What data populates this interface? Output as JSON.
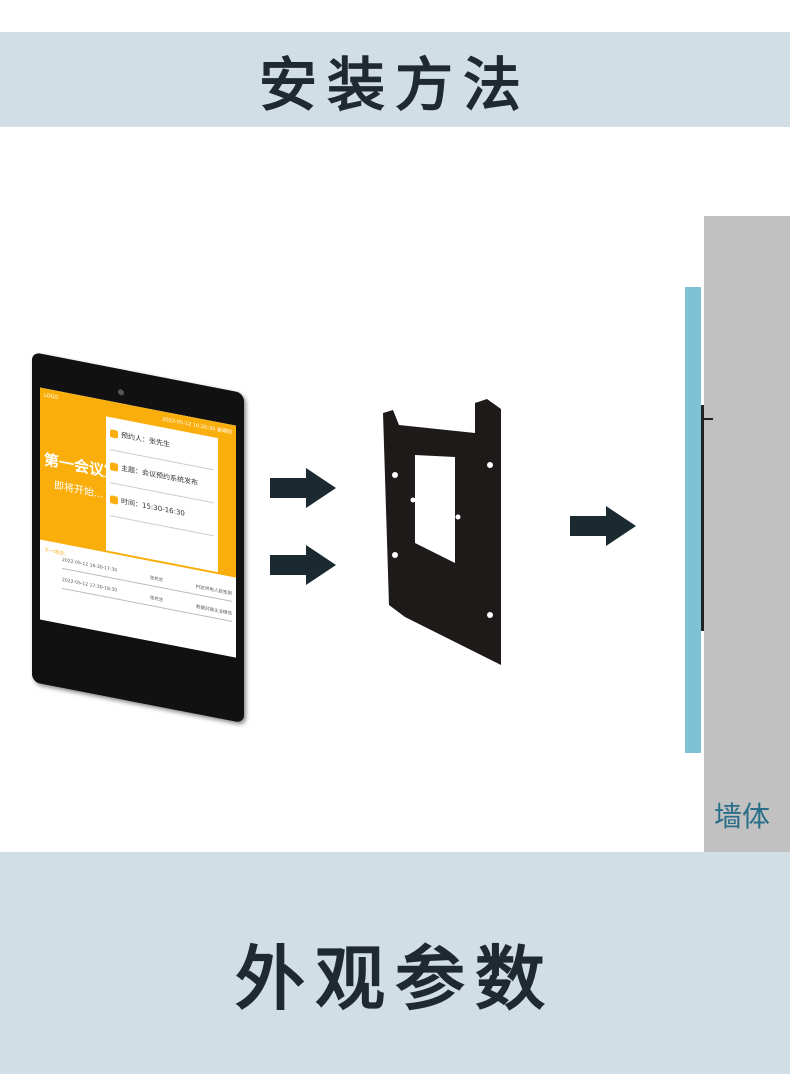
{
  "header": {
    "title": "安装方法"
  },
  "footer": {
    "title": "外观参数"
  },
  "wall": {
    "label": "墙体"
  },
  "screen": {
    "logo": "LOGO",
    "datetime": "2022-05-12  10:20:30  星期四",
    "room": "第一会议室",
    "status": "即将开始...",
    "booker": "预约人：张先生",
    "topic": "主题：会议预约系统发布",
    "time": "时间：15:30-16:30",
    "next_label": "下一场次:",
    "rows": [
      {
        "date": "2022-05-12  16:30-17:30",
        "person": "张先生",
        "topic": "POE供电人脸签到"
      },
      {
        "date": "2022-05-12  17:30-18:30",
        "person": "张先生",
        "topic": "数据对接企业微信"
      }
    ]
  }
}
